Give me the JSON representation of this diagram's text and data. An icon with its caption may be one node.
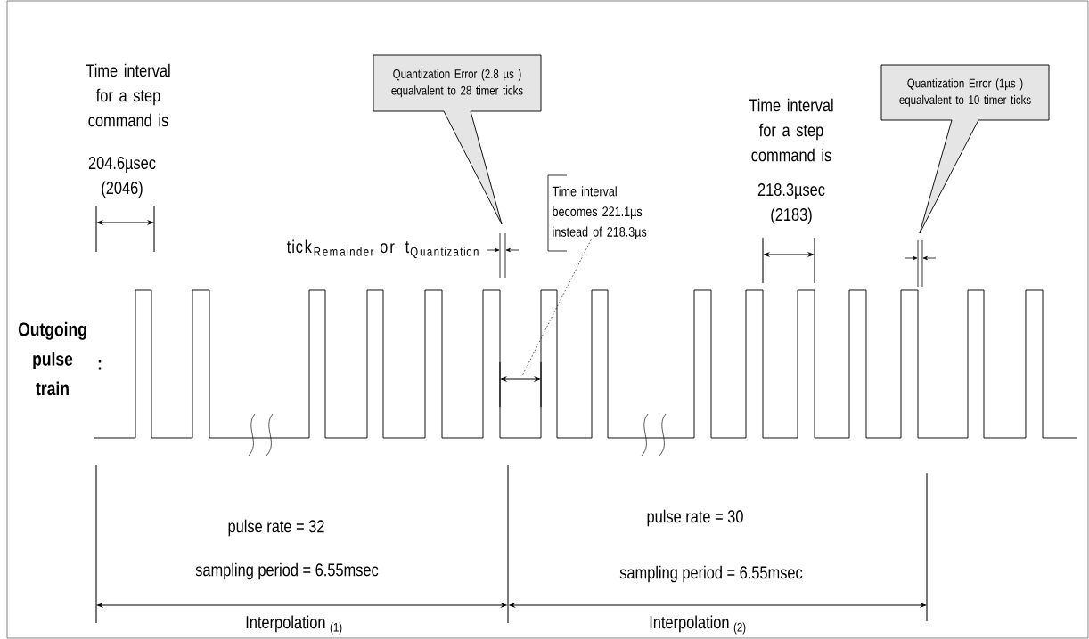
{
  "diagram": {
    "nodes": [
      {
        "text": [
          "Quantization Error (2.8 µs ) equalvalent to 28 timer ticks"
        ]
      },
      {
        "text": [
          "Time interval becomes 221.1µs instead of 218.3µs"
        ]
      },
      {
        "text": [
          "Quantization Error (1µs ) equalvalent to 10 timer ticks"
        ]
      },
      {
        "text": [],
        "shape": "arrow"
      }
    ],
    "edges": [
      {
        "from": 1,
        "to": 3,
        "arrow": "none",
        "style": "dashed"
      }
    ],
    "labels": [
      "Time interval for a step command is",
      "204.6µsec (2046)",
      "\\mathrm{tick}_{\\mathrm{Remainder}}\\;\\mathrm{or}\\;\\;\\mathrm{t}_{\\mathrm{Quantization}}",
      "Time interval for a step command is",
      "218.3µsec (2183)",
      "Outgoing pulse train",
      ":",
      "pulse rate = 32",
      "sampling period = 6.55msec",
      "Interpolation $_{(1)}$",
      "pulse rate = 30",
      "sampling period = 6.55msec",
      "Interpolation $_{(2)}$"
    ]
  }
}
